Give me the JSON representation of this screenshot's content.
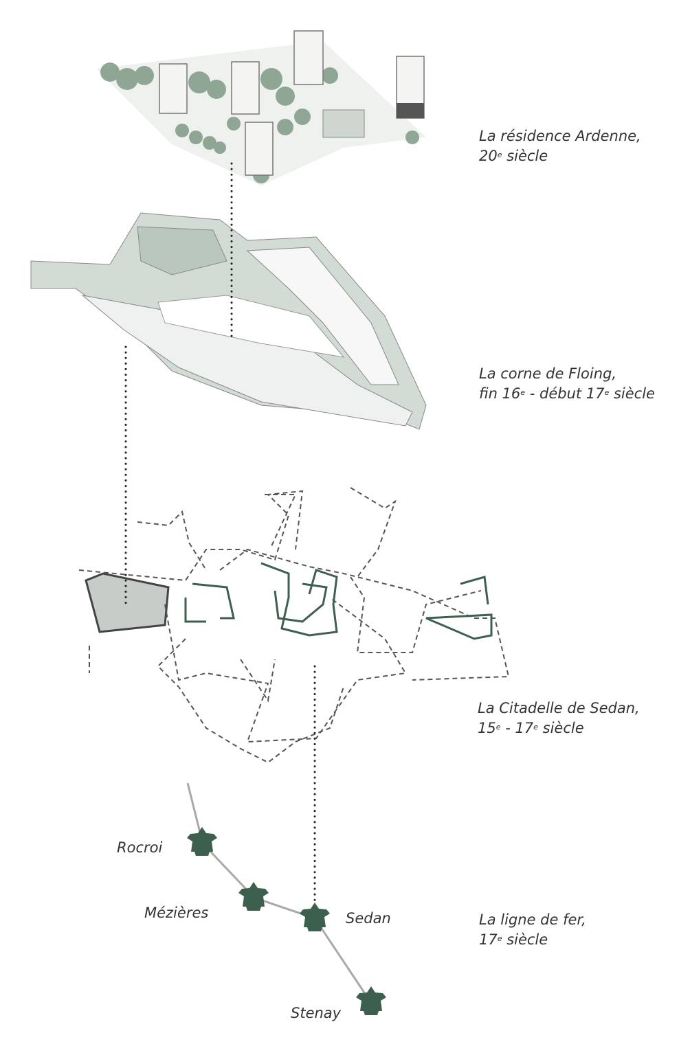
{
  "captions": {
    "ardenne": {
      "line1": "La résidence Ardenne,",
      "l2a": "20",
      "l2sup": "e",
      "l2b": " siècle"
    },
    "floing": {
      "line1": "La corne de Floing,",
      "l2a": "fin 16",
      "l2sup": "e",
      "l2b": " - début 17",
      "l2sup2": "e",
      "l2c": " siècle"
    },
    "citadelle": {
      "line1": "La Citadelle de Sedan,",
      "l2a": "15",
      "l2sup": "e",
      "l2b": " - 17",
      "l2sup2": "e",
      "l2c": " siècle"
    },
    "ligne": {
      "line1": "La ligne de fer,",
      "l2a": "17",
      "l2sup": "e",
      "l2b": " siècle"
    }
  },
  "places": [
    "Rocroi",
    "Mézières",
    "Sedan",
    "Stenay"
  ],
  "colors": {
    "fort_green": "#3d5f4e",
    "wash": "#c8d3cc",
    "line_grey": "#a9aaa6",
    "text": "#333333"
  }
}
